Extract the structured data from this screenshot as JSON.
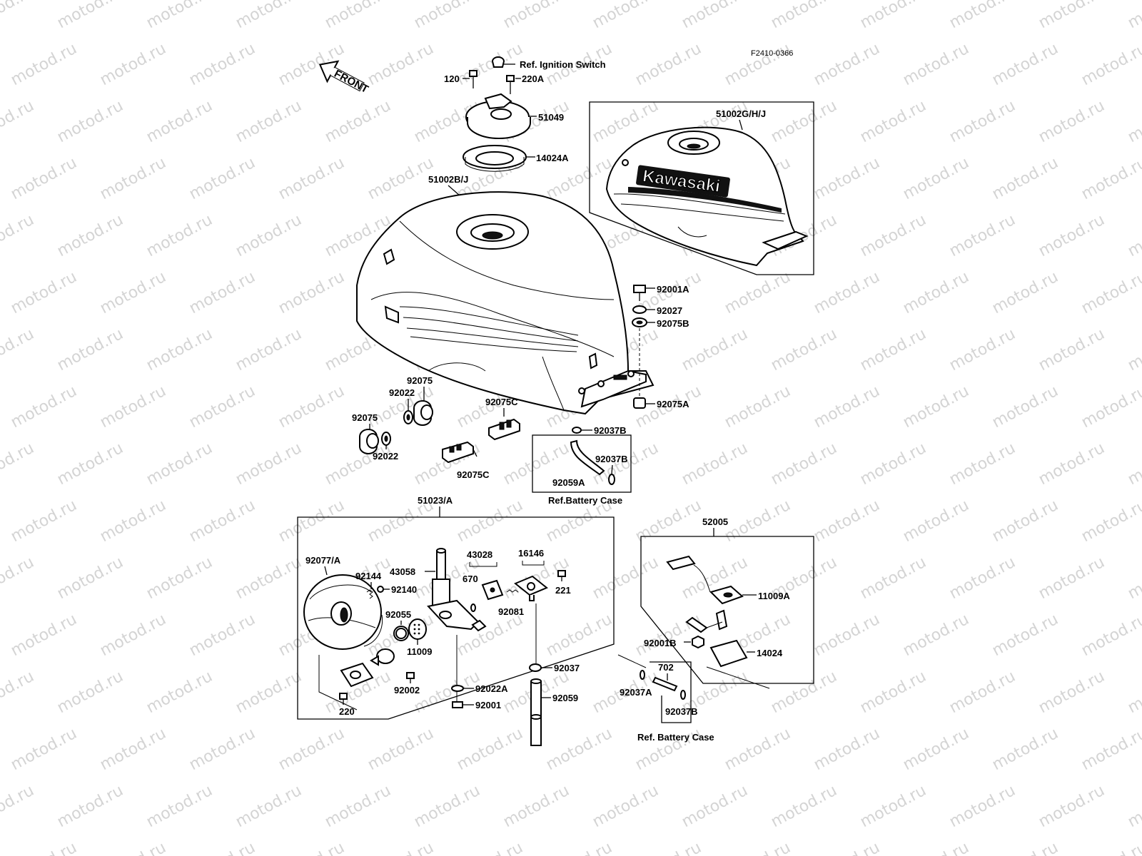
{
  "diagram_id": "F2410-0366",
  "watermark": "motod.ru",
  "front_arrow": "FRONT",
  "brand": "Kawasaki",
  "labels": {
    "ref_ignition": "Ref. Ignition Switch",
    "p120": "120",
    "p220A": "220A",
    "p51049": "51049",
    "p14024A": "14024A",
    "p51002BJ": "51002B/J",
    "p51002GHJ": "51002G/H/J",
    "p92001A": "92001A",
    "p92027": "92027",
    "p92075B": "92075B",
    "p92075A": "92075A",
    "p92075_top": "92075",
    "p92022_top": "92022",
    "p92075_left": "92075",
    "p92022_bottom": "92022",
    "p92075C_top": "92075C",
    "p92075C_bottom": "92075C",
    "p92037B_a": "92037B",
    "p92037B_b": "92037B",
    "p92059A": "92059A",
    "ref_battery_1": "Ref.Battery Case",
    "p51023A": "51023/A",
    "p92077A": "92077/A",
    "p92144": "92144",
    "p92140": "92140",
    "p43058": "43058",
    "p43028": "43028",
    "p670": "670",
    "p16146": "16146",
    "p221": "221",
    "p92081": "92081",
    "p92055": "92055",
    "p11009": "11009",
    "p92002": "92002",
    "p220": "220",
    "p92037": "92037",
    "p92022A": "92022A",
    "p92001": "92001",
    "p92059": "92059",
    "p52005": "52005",
    "p11009A": "11009A",
    "p92001B": "92001B",
    "p14024": "14024",
    "p702": "702",
    "p92037A": "92037A",
    "p92037B_c": "92037B",
    "ref_battery_2": "Ref. Battery Case"
  }
}
